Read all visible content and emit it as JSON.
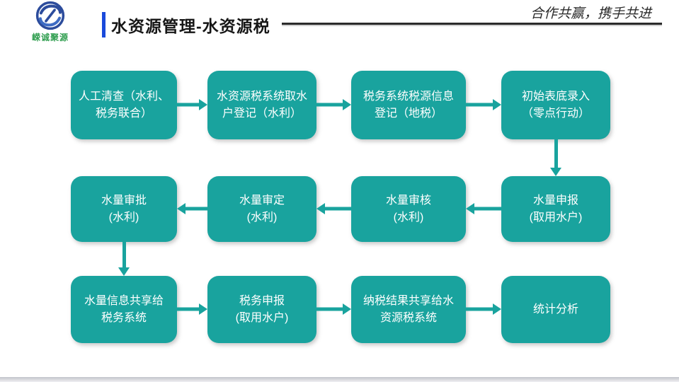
{
  "slide": {
    "logo": {
      "text": "嵘诚聚源"
    },
    "title": "水资源管理-水资源税",
    "slogan": "合作共赢，携手共进"
  },
  "colors": {
    "box_teal": "#19A39E",
    "accent_blue": "#1A4ADB",
    "logo_green": "#2F9E4F",
    "header_line": "#2b2b2b"
  },
  "flow": {
    "boxes": [
      {
        "name": "manual-inventory",
        "line1": "人工清查（水利、",
        "line2": "税务联合）"
      },
      {
        "name": "intake-user-registration",
        "line1": "水资源税系统取水",
        "line2": "户登记（水利）"
      },
      {
        "name": "tax-source-registration",
        "line1": "税务系统税源信息",
        "line2": "登记（地税）"
      },
      {
        "name": "initial-meter-entry",
        "line1": "初始表底录入",
        "line2": "（零点行动）"
      },
      {
        "name": "water-declaration",
        "line1": "水量申报",
        "line2": "(取用水户)"
      },
      {
        "name": "water-review",
        "line1": "水量审核",
        "line2": "(水利)"
      },
      {
        "name": "water-determination",
        "line1": "水量审定",
        "line2": "(水利)"
      },
      {
        "name": "water-approval",
        "line1": "水量审批",
        "line2": "(水利)"
      },
      {
        "name": "share-water-info-to-tax",
        "line1": "水量信息共享给",
        "line2": "税务系统"
      },
      {
        "name": "tax-declaration",
        "line1": "税务申报",
        "line2": "(取用水户)"
      },
      {
        "name": "tax-result-share-back",
        "line1": "纳税结果共享给水",
        "line2": "资源税系统"
      },
      {
        "name": "statistics-analysis",
        "line1": "统计分析",
        "line2": ""
      }
    ],
    "connections": [
      {
        "from": 0,
        "to": 1,
        "direction": "right"
      },
      {
        "from": 1,
        "to": 2,
        "direction": "right"
      },
      {
        "from": 2,
        "to": 3,
        "direction": "right"
      },
      {
        "from": 3,
        "to": 4,
        "direction": "down"
      },
      {
        "from": 4,
        "to": 5,
        "direction": "left"
      },
      {
        "from": 5,
        "to": 6,
        "direction": "left"
      },
      {
        "from": 6,
        "to": 7,
        "direction": "left"
      },
      {
        "from": 7,
        "to": 8,
        "direction": "down"
      },
      {
        "from": 8,
        "to": 9,
        "direction": "right"
      },
      {
        "from": 9,
        "to": 10,
        "direction": "right"
      },
      {
        "from": 10,
        "to": 11,
        "direction": "right"
      }
    ]
  }
}
